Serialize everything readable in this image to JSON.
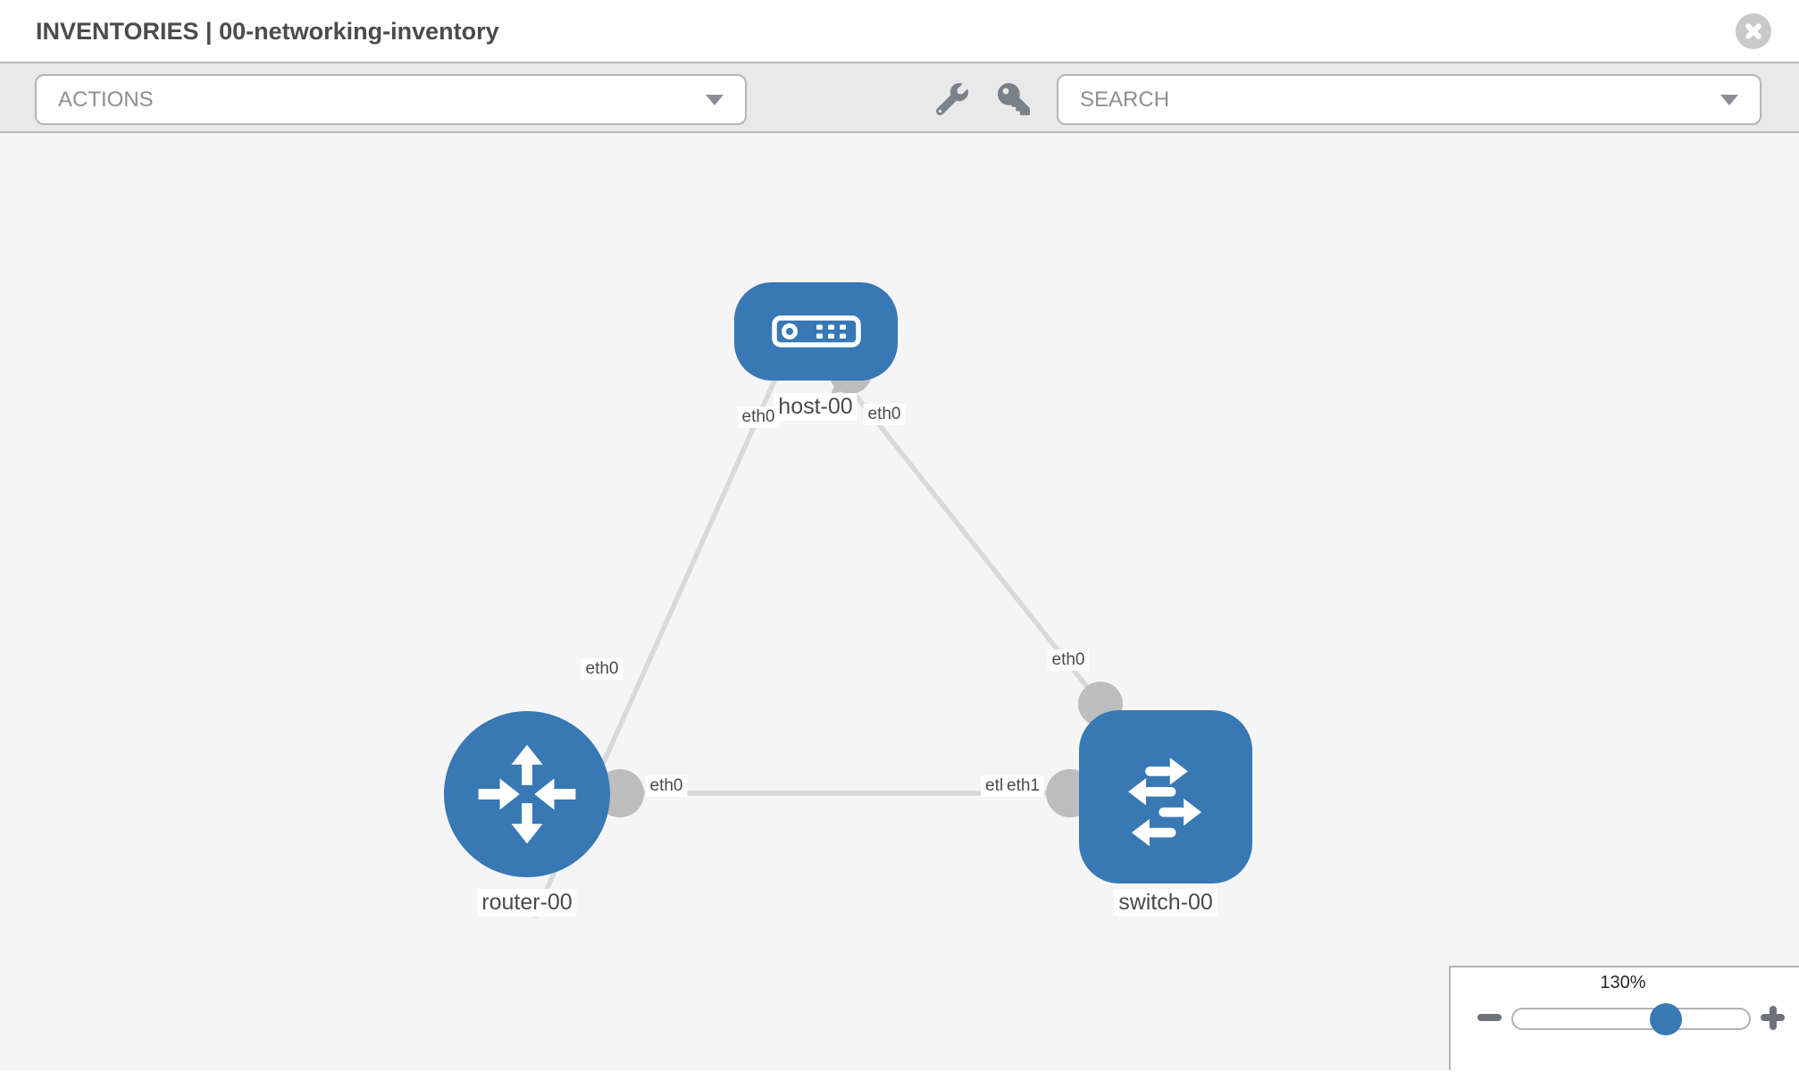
{
  "header": {
    "title": "INVENTORIES | 00-networking-inventory"
  },
  "toolbar": {
    "actions_label": "ACTIONS",
    "search_label": "SEARCH",
    "icons": [
      "wrench-icon",
      "key-icon"
    ]
  },
  "topology": {
    "nodes": [
      {
        "id": "host-00",
        "type": "host",
        "label": "host-00"
      },
      {
        "id": "router-00",
        "type": "router",
        "label": "router-00"
      },
      {
        "id": "switch-00",
        "type": "switch",
        "label": "switch-00"
      }
    ],
    "links": [
      {
        "from": "host-00",
        "from_interface": "eth0",
        "to": "router-00",
        "to_interface": "eth0"
      },
      {
        "from": "host-00",
        "from_interface": "eth0",
        "to": "switch-00",
        "to_interface": "eth0"
      },
      {
        "from": "router-00",
        "from_interface": "eth0",
        "to": "switch-00",
        "to_interface": "eth1"
      }
    ],
    "labels": {
      "host": "host-00",
      "router": "router-00",
      "switch": "switch-00",
      "host_if_left": "eth0",
      "host_if_right": "eth0",
      "router_if_top": "eth0",
      "switch_if_top": "eth0",
      "link_left": "eth0",
      "link_right_back": "eth0",
      "link_right_front": "eth1"
    }
  },
  "zoom_control": {
    "level": "130%"
  },
  "colors": {
    "node_blue": "#3878b4",
    "link_gray": "#d9d9d9",
    "port_gray": "#bdbdbd",
    "toolbar_gray": "#e9e9e9",
    "canvas_gray": "#f5f5f5",
    "border_gray": "#b9b9b9"
  }
}
